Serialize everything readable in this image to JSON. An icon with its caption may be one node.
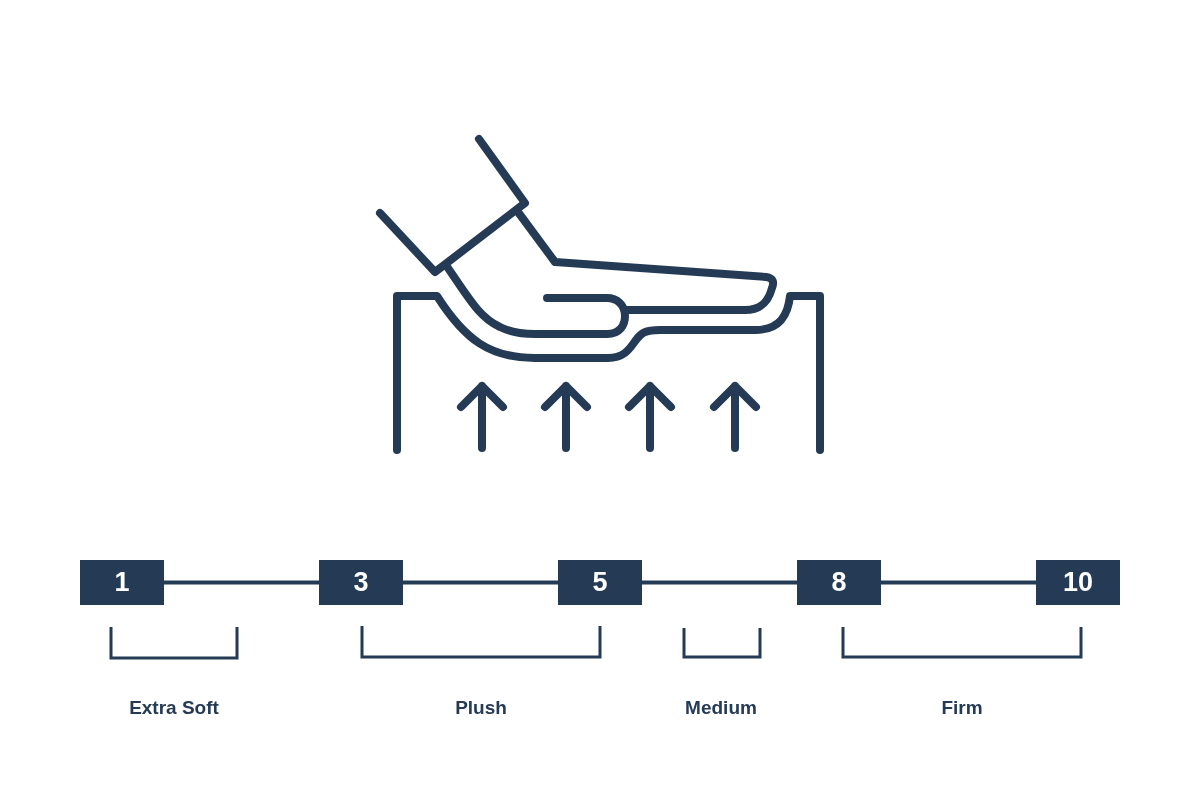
{
  "diagram": {
    "nodes": [
      {
        "text": [
          "1"
        ]
      },
      {
        "text": [
          "3"
        ]
      },
      {
        "text": [
          "5"
        ]
      },
      {
        "text": [
          "8"
        ]
      },
      {
        "text": [
          "10"
        ]
      }
    ],
    "edges": [
      {
        "from": 0,
        "to": 1,
        "arrow": "none"
      },
      {
        "from": 1,
        "to": 2,
        "arrow": "none"
      },
      {
        "from": 2,
        "to": 3,
        "arrow": "none"
      },
      {
        "from": 3,
        "to": 4,
        "arrow": "none"
      }
    ],
    "labels": [
      "Extra Soft",
      "Plush",
      "Medium",
      "Firm"
    ]
  }
}
